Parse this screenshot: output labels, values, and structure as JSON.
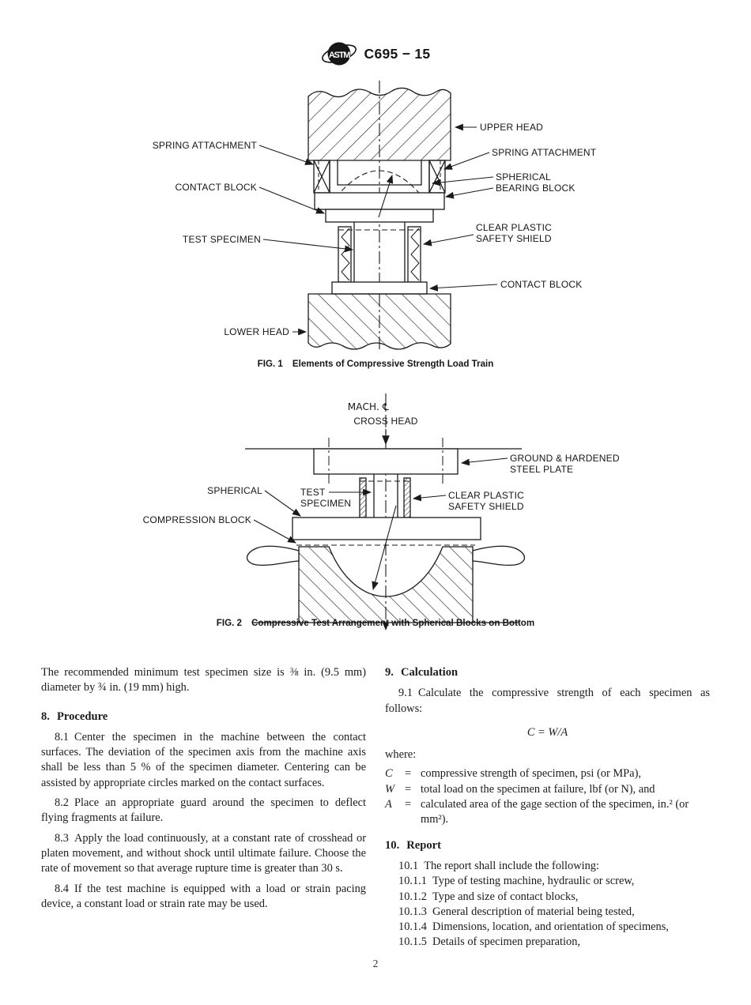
{
  "header": {
    "logo_text": "ASTM",
    "designation": "C695 − 15"
  },
  "fig1": {
    "caption_num": "FIG. 1",
    "caption": "Elements of Compressive Strength Load Train",
    "upper_head": "UPPER HEAD",
    "spring_attachment_left": "SPRING ATTACHMENT",
    "spring_attachment_right": "SPRING ATTACHMENT",
    "contact_block_upper": "CONTACT BLOCK",
    "spherical_line1": "SPHERICAL",
    "spherical_line2": "BEARING BLOCK",
    "test_specimen": "TEST SPECIMEN",
    "shield_line1": "CLEAR PLASTIC",
    "shield_line2": "SAFETY SHIELD",
    "contact_block_lower": "CONTACT BLOCK",
    "lower_head": "LOWER HEAD"
  },
  "fig2": {
    "caption_num": "FIG. 2",
    "caption": "Compressive Test Arrangement with Spherical Blocks on Bottom",
    "mach_centerline": "MACH. ℄",
    "cross_head": "CROSS HEAD",
    "plate_line1": "GROUND & HARDENED",
    "plate_line2": "STEEL PLATE",
    "spherical": "SPHERICAL",
    "test_line1": "TEST",
    "test_line2": "SPECIMEN",
    "shield_line1": "CLEAR PLASTIC",
    "shield_line2": "SAFETY SHIELD",
    "compression_block": "COMPRESSION BLOCK"
  },
  "left_column": {
    "intro": "The recommended minimum test specimen size is ⅜ in. (9.5 mm) diameter by ¾ in. (19 mm) high.",
    "section8": {
      "num": "8.",
      "title": "Procedure"
    },
    "p81": {
      "num": "8.1",
      "text": "Center the specimen in the machine between the contact surfaces. The deviation of the specimen axis from the machine axis shall be less than 5 % of the specimen diameter. Centering can be assisted by appropriate circles marked on the contact surfaces."
    },
    "p82": {
      "num": "8.2",
      "text": "Place an appropriate guard around the specimen to deflect flying fragments at failure."
    },
    "p83": {
      "num": "8.3",
      "text": "Apply the load continuously, at a constant rate of crosshead or platen movement, and without shock until ultimate failure. Choose the rate of movement so that average rupture time is greater than 30 s."
    },
    "p84": {
      "num": "8.4",
      "text": "If the test machine is equipped with a load or strain pacing device, a constant load or strain rate may be used."
    }
  },
  "right_column": {
    "section9": {
      "num": "9.",
      "title": "Calculation"
    },
    "p91": {
      "num": "9.1",
      "text": "Calculate the compressive strength of each specimen as follows:"
    },
    "formula": "C = W/A",
    "where_label": "where:",
    "definitions": [
      {
        "symbol": "C",
        "eq": "=",
        "desc": "compressive strength of specimen, psi (or MPa),"
      },
      {
        "symbol": "W",
        "eq": "=",
        "desc": "total load on the specimen at failure, lbf (or N), and"
      },
      {
        "symbol": "A",
        "eq": "=",
        "desc": "calculated area of the gage section of the specimen, in.² (or mm²)."
      }
    ],
    "section10": {
      "num": "10.",
      "title": "Report"
    },
    "p101": {
      "num": "10.1",
      "text": "The report shall include the following:"
    },
    "report_items": [
      {
        "num": "10.1.1",
        "text": "Type of testing machine, hydraulic or screw,"
      },
      {
        "num": "10.1.2",
        "text": "Type and size of contact blocks,"
      },
      {
        "num": "10.1.3",
        "text": "General description of material being tested,"
      },
      {
        "num": "10.1.4",
        "text": "Dimensions, location, and orientation of specimens,"
      },
      {
        "num": "10.1.5",
        "text": "Details of specimen preparation,"
      }
    ]
  },
  "footer": {
    "page_number": "2"
  }
}
